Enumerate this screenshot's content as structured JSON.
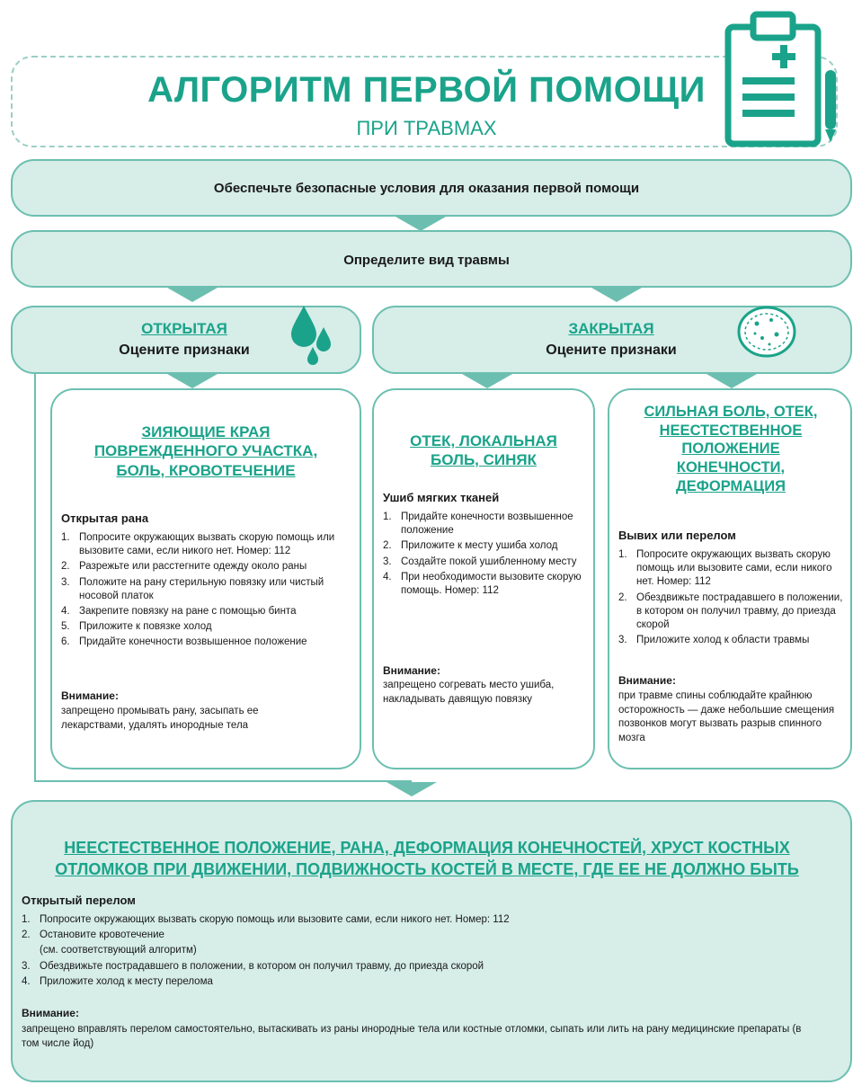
{
  "header": {
    "title": "АЛГОРИТМ ПЕРВОЙ ПОМОЩИ",
    "subtitle": "ПРИ ТРАВМАХ"
  },
  "steps": {
    "safety": "Обеспечьте безопасные условия для оказания первой помощи",
    "identify": "Определите вид травмы"
  },
  "categories": {
    "open": {
      "title": "ОТКРЫТАЯ",
      "sub": "Оцените признаки"
    },
    "closed": {
      "title": "ЗАКРЫТАЯ",
      "sub": "Оцените признаки"
    }
  },
  "cards": {
    "open_wound": {
      "heading": [
        "ЗИЯЮЩИЕ КРАЯ",
        "ПОВРЕЖДЕННОГО УЧАСТКА,",
        "БОЛЬ, КРОВОТЕЧЕНИЕ"
      ],
      "section": "Открытая рана",
      "items": [
        "Попросите окружающих вызвать скорую помощь или вызовите сами, если никого нет. Номер: 112",
        "Разрежьте или расстегните одежду около раны",
        "Положите на рану стерильную повязку или чистый носовой платок",
        "Закрепите повязку на ране с помощью бинта",
        "Приложите к повязке холод",
        "Придайте конечности возвышенное положение"
      ],
      "warning_title": "Внимание:",
      "warning": "запрещено промывать рану, засыпать ее лекарствами, удалять инородные тела"
    },
    "bruise": {
      "heading": [
        "ОТЕК, ЛОКАЛЬНАЯ",
        "БОЛЬ, СИНЯК"
      ],
      "section": "Ушиб мягких тканей",
      "items": [
        "Придайте конечности возвышенное положение",
        "Приложите к месту ушиба холод",
        "Создайте покой ушибленному месту",
        "При необходимости вызовите скорую помощь. Номер: 112"
      ],
      "warning_title": "Внимание:",
      "warning": "запрещено согревать место ушиба, накладывать давящую повязку"
    },
    "fracture": {
      "heading": [
        "СИЛЬНАЯ БОЛЬ, ОТЕК,",
        "НЕЕСТЕСТВЕННОЕ",
        "ПОЛОЖЕНИЕ",
        "КОНЕЧНОСТИ,",
        "ДЕФОРМАЦИЯ"
      ],
      "section": "Вывих или перелом",
      "items": [
        "Попросите окружающих вызвать скорую помощь или вызовите сами, если никого нет. Номер: 112",
        "Обездвижьте пострадавшего в положении, в котором он получил травму, до приезда скорой",
        "Приложите холод к области травмы"
      ],
      "warning_title": "Внимание:",
      "warning": "при травме спины соблюдайте крайнюю осторожность — даже небольшие смещения позвонков могут вызвать разрыв спинного мозга"
    }
  },
  "bottom": {
    "heading": "НЕЕСТЕСТВЕННОЕ ПОЛОЖЕНИЕ, РАНА, ДЕФОРМАЦИЯ КОНЕЧНОСТЕЙ, ХРУСТ КОСТНЫХ ОТЛОМКОВ ПРИ ДВИЖЕНИИ, ПОДВИЖНОСТЬ КОСТЕЙ В МЕСТЕ, ГДЕ ЕЕ НЕ ДОЛЖНО БЫТЬ",
    "section": "Открытый перелом",
    "items": [
      "Попросите окружающих вызвать скорую помощь или вызовите сами, если никого нет. Номер: 112",
      "Остановите кровотечение",
      "(см. соответствующий алгоритм)",
      "Обездвижьте пострадавшего в положении, в котором он получил травму, до приезда скорой",
      "Приложите холод к месту перелома"
    ],
    "warning_title": "Внимание:",
    "warning": "запрещено вправлять перелом самостоятельно, вытаскивать из раны инородные тела или костные отломки, сыпать или лить на рану медицинские препараты (в том числе йод)"
  },
  "icons": {
    "clipboard": "medical-clipboard-icon",
    "drops": "blood-drops-icon",
    "bruise": "bruise-circle-icon"
  },
  "colors": {
    "accent": "#1aa38a",
    "border": "#6cbfb0",
    "fill": "#d6ede8"
  }
}
